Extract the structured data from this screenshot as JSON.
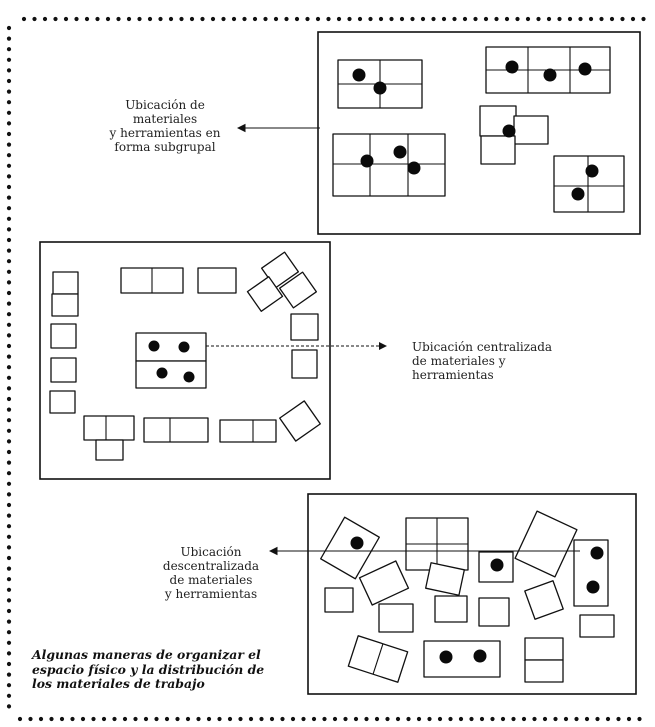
{
  "labels": {
    "subgroup": [
      "Ubicación de",
      "materiales",
      "y herramientas en",
      "forma subgrupal"
    ],
    "centralized": [
      "Ubicación centralizada",
      "de materiales y",
      "herramientas"
    ],
    "decentralized": [
      "Ubicación",
      "descentralizada",
      "de materiales",
      "y herramientas"
    ]
  },
  "caption": [
    "Algunas maneras de organizar el",
    "espacio físico y la distribución de",
    "los materiales de trabajo"
  ]
}
